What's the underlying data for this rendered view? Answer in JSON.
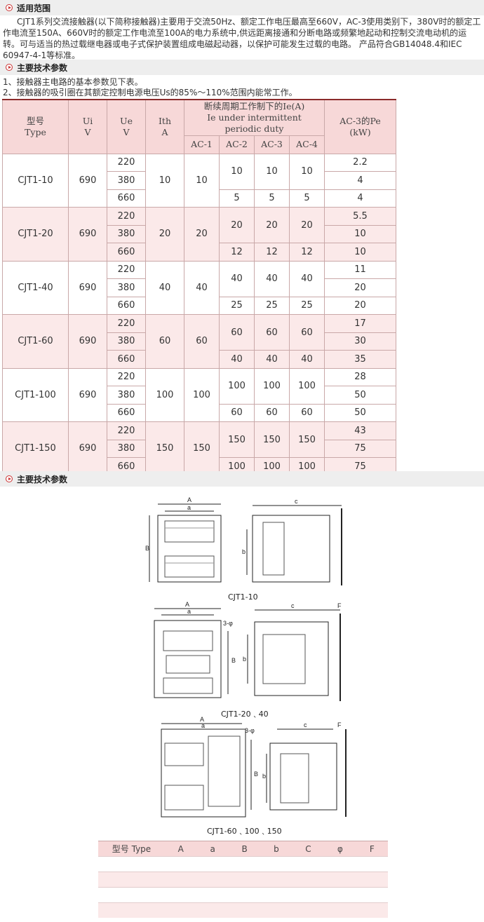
{
  "section1": {
    "title": "适用范围"
  },
  "intro": "CJT1系列交流接触器(以下简称接触器)主要用于交流50Hz、额定工作电压最高至660V，AC-3使用类别下，380V时的额定工作电流至150A、660V时的额定工作电流至100A的电力系统中,供远距离接通和分断电路或频繁地起动和控制交流电动机的运转。可与适当的热过载继电器或电子式保护装置组成电磁起动器，以保护可能发生过载的电路。 产品符合GB14048.4和IEC 60947-4-1等标准。",
  "section2": {
    "title": "主要技术参数"
  },
  "notes": [
    "1、接触器主电路的基本参数见下表。",
    "2、接触器的吸引圈在其额定控制电源电压Us的85%～110%范围内能常工作。"
  ],
  "table": {
    "h_model": "型号",
    "h_model_en": "Type",
    "h_ui": "Ui",
    "h_ui_unit": "V",
    "h_ue": "Ue",
    "h_ue_unit": "V",
    "h_ith": "Ith",
    "h_ith_unit": "A",
    "h_ie": "断续周期工作制下的Ie(A)",
    "h_ie_en1": "Ie under intermittent",
    "h_ie_en2": "periodic duty",
    "h_ac1": "AC-1",
    "h_ac2": "AC-2",
    "h_ac3": "AC-3",
    "h_ac4": "AC-4",
    "h_pe": "AC-3的Pe",
    "h_pe_unit": "(kW)",
    "rows": [
      {
        "model": "CJT1-10",
        "ui": "690",
        "ith": "10",
        "ac1": "10",
        "ue": [
          "220",
          "380",
          "660"
        ],
        "ac2": [
          "10",
          "5"
        ],
        "ac3": [
          "10",
          "5"
        ],
        "ac4": [
          "10",
          "5"
        ],
        "pe": [
          "2.2",
          "4",
          "4"
        ]
      },
      {
        "model": "CJT1-20",
        "ui": "690",
        "ith": "20",
        "ac1": "20",
        "ue": [
          "220",
          "380",
          "660"
        ],
        "ac2": [
          "20",
          "12"
        ],
        "ac3": [
          "20",
          "12"
        ],
        "ac4": [
          "20",
          "12"
        ],
        "pe": [
          "5.5",
          "10",
          "10"
        ]
      },
      {
        "model": "CJT1-40",
        "ui": "690",
        "ith": "40",
        "ac1": "40",
        "ue": [
          "220",
          "380",
          "660"
        ],
        "ac2": [
          "40",
          "25"
        ],
        "ac3": [
          "40",
          "25"
        ],
        "ac4": [
          "40",
          "25"
        ],
        "pe": [
          "11",
          "20",
          "20"
        ]
      },
      {
        "model": "CJT1-60",
        "ui": "690",
        "ith": "60",
        "ac1": "60",
        "ue": [
          "220",
          "380",
          "660"
        ],
        "ac2": [
          "60",
          "40"
        ],
        "ac3": [
          "60",
          "40"
        ],
        "ac4": [
          "60",
          "40"
        ],
        "pe": [
          "17",
          "30",
          "35"
        ]
      },
      {
        "model": "CJT1-100",
        "ui": "690",
        "ith": "100",
        "ac1": "100",
        "ue": [
          "220",
          "380",
          "660"
        ],
        "ac2": [
          "100",
          "60"
        ],
        "ac3": [
          "100",
          "60"
        ],
        "ac4": [
          "100",
          "60"
        ],
        "pe": [
          "28",
          "50",
          "50"
        ]
      },
      {
        "model": "CJT1-150",
        "ui": "690",
        "ith": "150",
        "ac1": "150",
        "ue": [
          "220",
          "380",
          "660"
        ],
        "ac2": [
          "150",
          "100"
        ],
        "ac3": [
          "150",
          "100"
        ],
        "ac4": [
          "150",
          "100"
        ],
        "pe": [
          "43",
          "75",
          "75"
        ]
      }
    ]
  },
  "section3": {
    "title": "主要技术参数"
  },
  "figure": {
    "cap1": "CJT1-10",
    "cap2": "CJT1-20﹑40",
    "cap3": "CJT1-60﹑100﹑150",
    "dim_A": "A",
    "dim_a": "a",
    "dim_B": "B",
    "dim_b": "b",
    "dim_c": "c",
    "dim_F": "F",
    "dim_hole": "3-φ"
  },
  "dims": {
    "headers": [
      "型号 Type",
      "A",
      "a",
      "B",
      "b",
      "C",
      "φ",
      "F"
    ]
  }
}
